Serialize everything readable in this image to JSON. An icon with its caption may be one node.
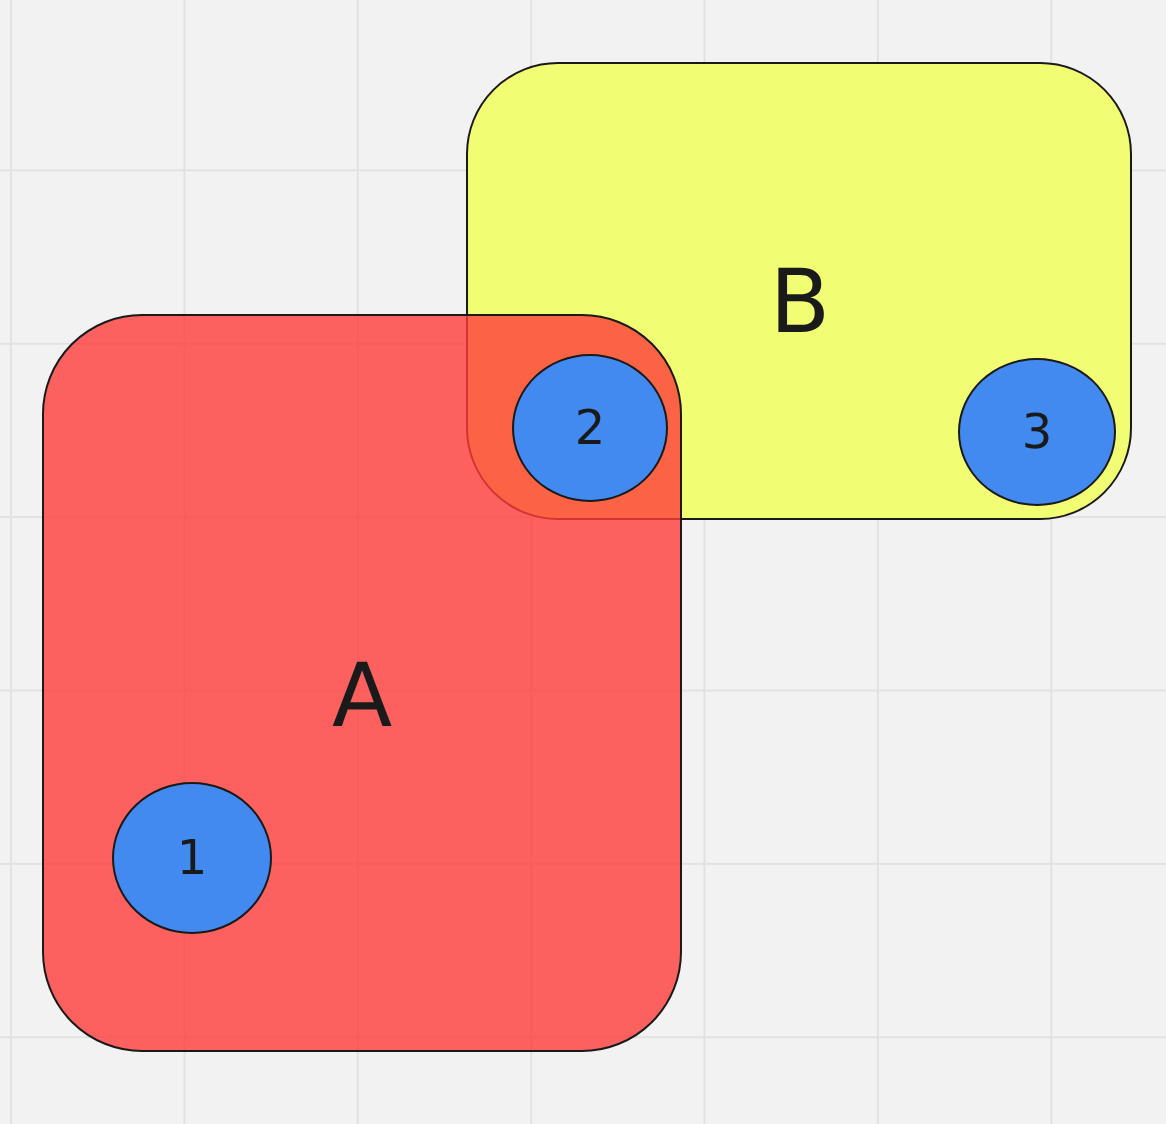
{
  "diagram": {
    "nodes": [
      {
        "text": [
          "B"
        ]
      },
      {
        "text": [
          "2"
        ]
      },
      {
        "text": [
          "3"
        ],
        "in": 0
      },
      {
        "text": [
          "A"
        ]
      },
      {
        "text": [
          "1"
        ],
        "in": 3
      }
    ]
  }
}
